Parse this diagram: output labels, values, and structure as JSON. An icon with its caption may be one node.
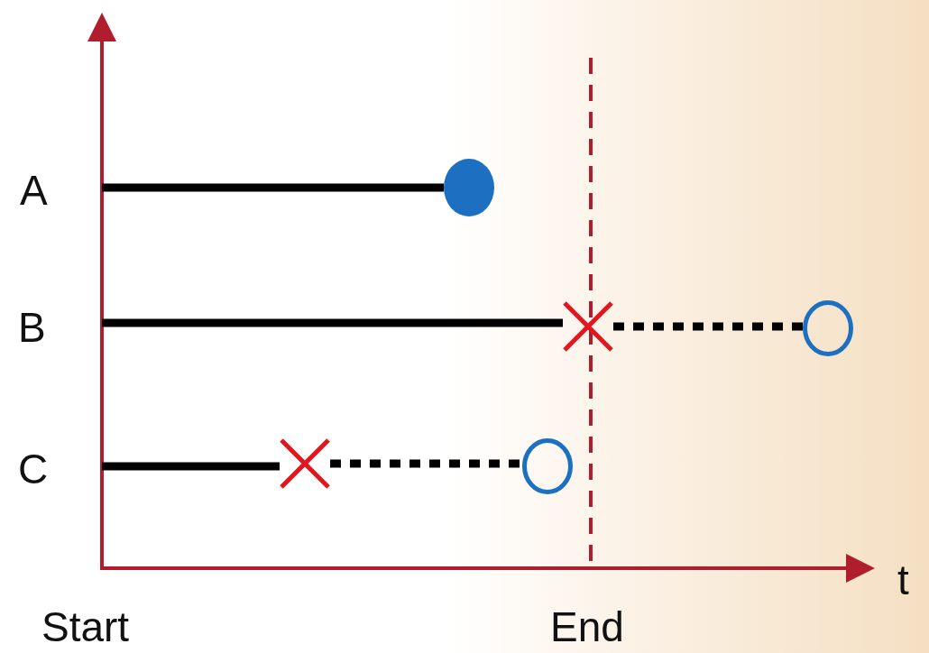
{
  "diagram": {
    "nodes": [
      {
        "text": [],
        "shape": "dot"
      },
      {
        "text": [],
        "shape": "cross"
      },
      {
        "text": [],
        "shape": "circle"
      },
      {
        "text": [],
        "shape": "cross"
      },
      {
        "text": [],
        "shape": "circle"
      }
    ],
    "edges": [
      {
        "from": null,
        "to": 0,
        "arrow": "none"
      },
      {
        "from": null,
        "to": 1,
        "arrow": "none"
      },
      {
        "from": 1,
        "to": 2,
        "arrow": "none",
        "style": "dashed"
      },
      {
        "from": null,
        "to": 3,
        "arrow": "none"
      },
      {
        "from": 3,
        "to": 4,
        "arrow": "none",
        "style": "dashed"
      }
    ],
    "labels": [
      "A",
      "B",
      "C",
      "t",
      "Start",
      "End"
    ]
  }
}
